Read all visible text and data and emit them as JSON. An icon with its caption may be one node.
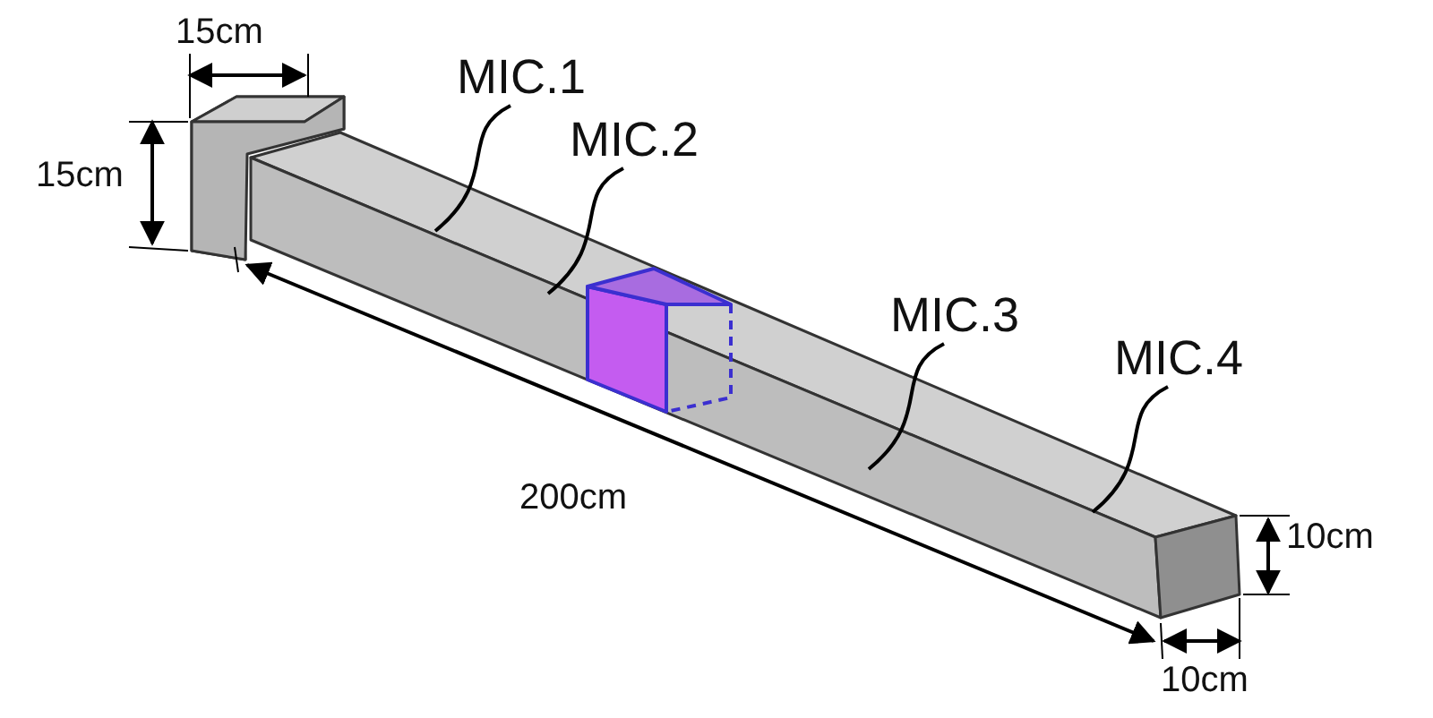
{
  "diagram": {
    "nodes": [
      {
        "text": [
          "MIC.1"
        ]
      },
      {
        "text": [
          "MIC.2"
        ]
      },
      {
        "text": [
          "MIC.3"
        ]
      },
      {
        "text": [
          "MIC.4"
        ]
      }
    ],
    "edges": [
      {
        "from": 0,
        "to": null,
        "arrow": "none"
      },
      {
        "from": 1,
        "to": null,
        "arrow": "none"
      },
      {
        "from": 2,
        "to": null,
        "arrow": "none"
      },
      {
        "from": 3,
        "to": null,
        "arrow": "none"
      }
    ],
    "labels": [
      "15cm",
      "15cm",
      "200cm",
      "10cm",
      "10cm"
    ]
  }
}
